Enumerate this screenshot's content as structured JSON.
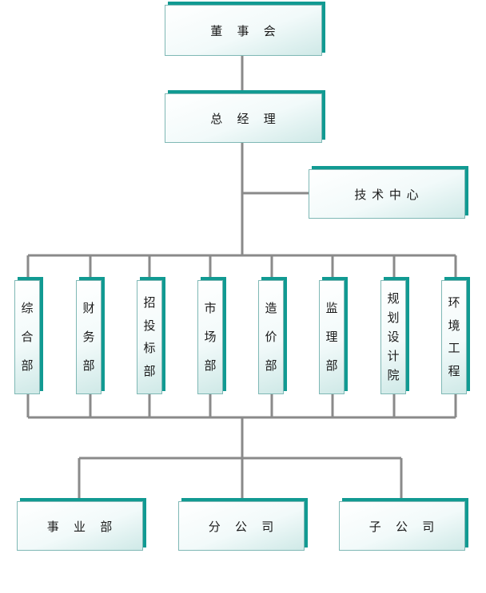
{
  "colors": {
    "line": "#8a8a8a",
    "accent": "#119a92"
  },
  "board": "董   事   会",
  "gm": "总   经   理",
  "tech": "技 术 中 心",
  "depts": [
    [
      "综",
      "合",
      "部"
    ],
    [
      "财",
      "务",
      "部"
    ],
    [
      "招",
      "投",
      "标",
      "部"
    ],
    [
      "市",
      "场",
      "部"
    ],
    [
      "造",
      "价",
      "部"
    ],
    [
      "监",
      "理",
      "部"
    ],
    [
      "规",
      "划",
      "设",
      "计",
      "院"
    ],
    [
      "环",
      "境",
      "工",
      "程"
    ]
  ],
  "bottom": [
    "事   业   部",
    "分   公   司",
    "子   公   司"
  ]
}
